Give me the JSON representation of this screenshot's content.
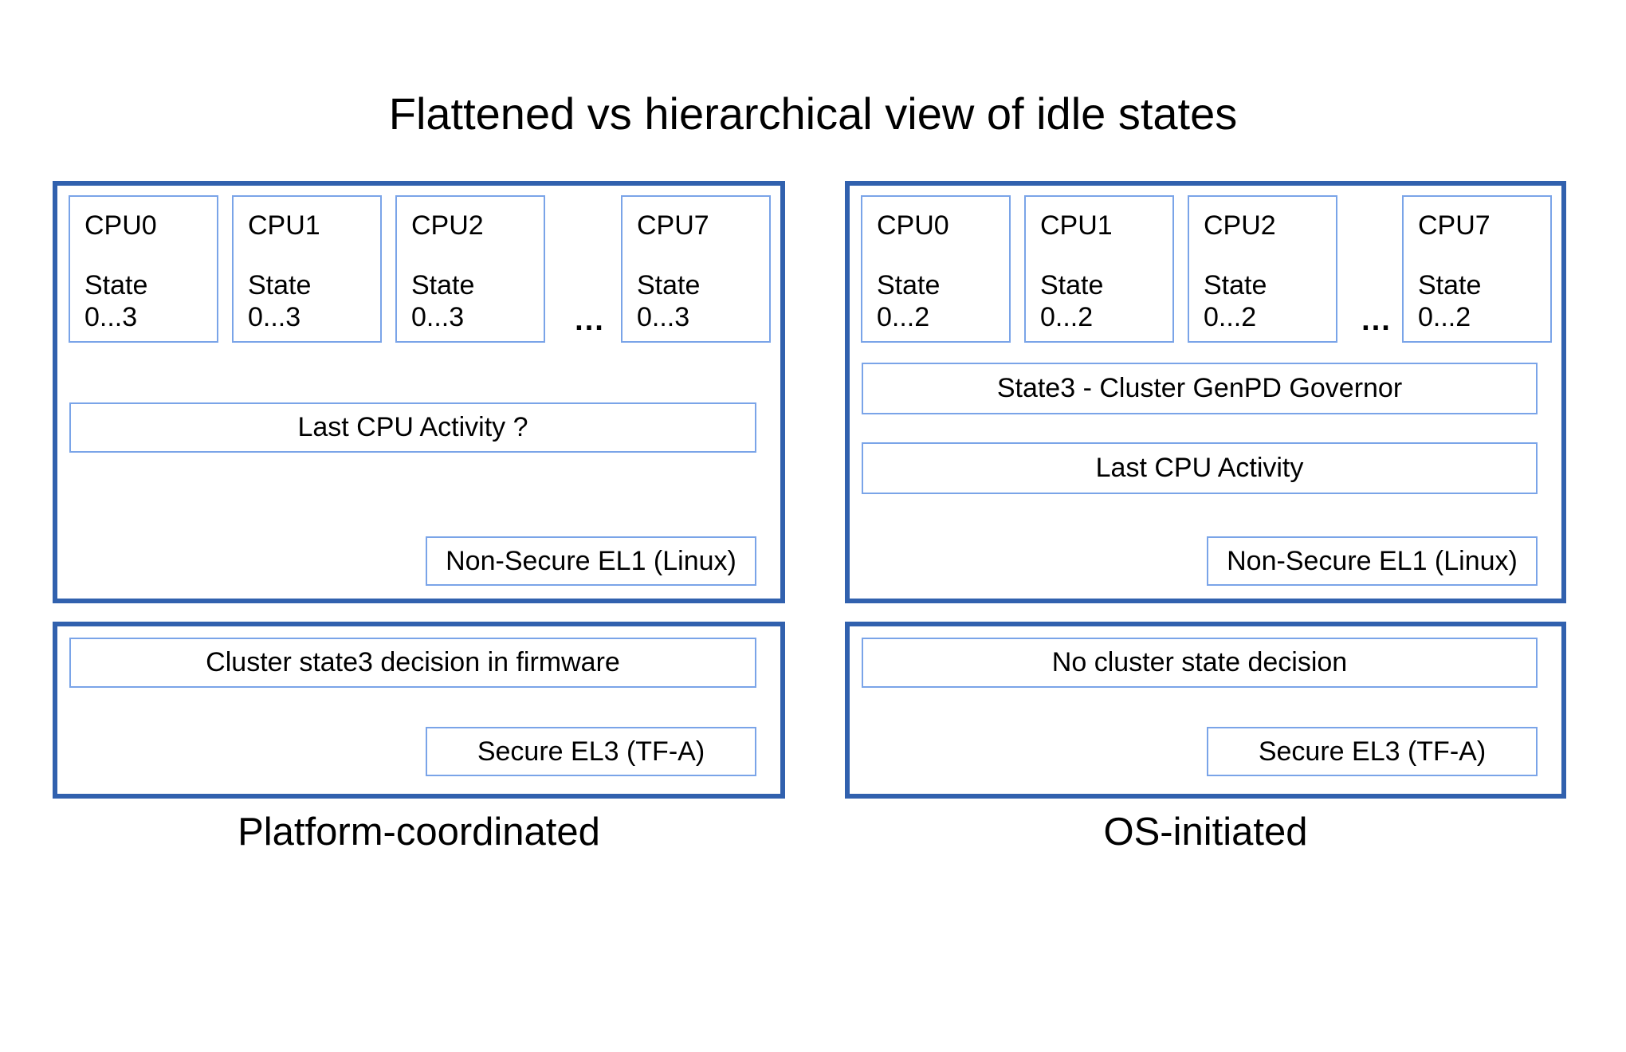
{
  "title": "Flattened vs hierarchical view of idle states",
  "colors": {
    "outer_border": "#3161ae",
    "inner_border": "#7aa4e8",
    "text": "#000000",
    "background": "#ffffff"
  },
  "left_panel": {
    "caption": "Platform-coordinated",
    "ellipsis": "...",
    "cpus": [
      {
        "label": "CPU0",
        "state": "State\n0...3"
      },
      {
        "label": "CPU1",
        "state": "State\n0...3"
      },
      {
        "label": "CPU2",
        "state": "State\n0...3"
      },
      {
        "label": "CPU7",
        "state": "State\n0...3"
      }
    ],
    "activity_label": "Last CPU Activity ?",
    "el1_label": "Non-Secure EL1 (Linux)",
    "decision_label": "Cluster state3 decision in firmware",
    "el3_label": "Secure EL3 (TF-A)"
  },
  "right_panel": {
    "caption": "OS-initiated",
    "ellipsis": "...",
    "cpus": [
      {
        "label": "CPU0",
        "state": "State\n0...2"
      },
      {
        "label": "CPU1",
        "state": "State\n0...2"
      },
      {
        "label": "CPU2",
        "state": "State\n0...2"
      },
      {
        "label": "CPU7",
        "state": "State\n0...2"
      }
    ],
    "governor_label": "State3 - Cluster GenPD Governor",
    "activity_label": "Last CPU Activity",
    "el1_label": "Non-Secure EL1 (Linux)",
    "decision_label": "No cluster state decision",
    "el3_label": "Secure EL3 (TF-A)"
  }
}
